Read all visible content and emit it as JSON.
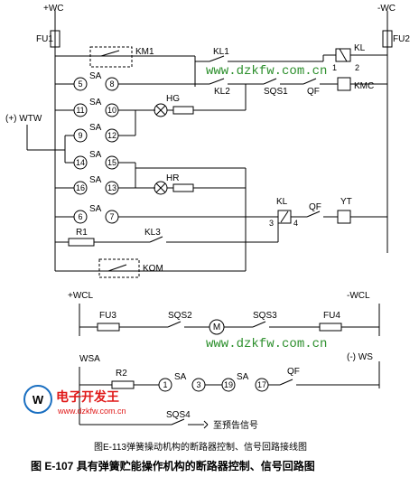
{
  "labels": {
    "wc_pos": "+WC",
    "wc_neg": "-WC",
    "fu1": "FU1",
    "fu2": "FU2",
    "km1": "KM1",
    "kl1": "KL1",
    "kl2": "KL2",
    "kl": "KL",
    "kl_1": "1",
    "kl_2": "2",
    "kmc": "KMC",
    "sqs1": "SQS1",
    "qf": "QF",
    "hg": "HG",
    "hr": "HR",
    "wtw": "(+) WTW",
    "sa": "SA",
    "kl_3": "3",
    "kl_4": "4",
    "yt": "YT",
    "r1": "R1",
    "kl3": "KL3",
    "kom": "KOM",
    "wcl_pos": "+WCL",
    "wcl_neg": "-WCL",
    "fu3": "FU3",
    "fu4": "FU4",
    "sqs2": "SQS2",
    "sqs3": "SQS3",
    "motor": "M",
    "wsa": "WSA",
    "ws_neg": "(-) WS",
    "r2": "R2",
    "sqs4": "SQS4",
    "to_signal": "至预告信号"
  },
  "sa_terminals": {
    "n5": "5",
    "n8": "8",
    "n11": "11",
    "n10": "10",
    "n9": "9",
    "n12": "12",
    "n14": "14",
    "n15": "15",
    "n16": "16",
    "n13": "13",
    "n6": "6",
    "n7": "7",
    "n1": "1",
    "n3": "3",
    "n19": "19",
    "n17": "17"
  },
  "watermark": {
    "url1": "www.dzkfw.com.cn",
    "url2": "www.dzkfw.com.cn"
  },
  "logo": {
    "name": "电子开发王",
    "url": "www.dzkfw.com.cn"
  },
  "caption": {
    "sub": "图E-113弹簧操动机构的断路器控制、信号回路接线图",
    "main": "图 E-107 具有弹簧贮能操作机构的断路器控制、信号回路图"
  },
  "colors": {
    "watermark": "#2c8f2c",
    "logo": "#e01818",
    "line": "#000000"
  }
}
